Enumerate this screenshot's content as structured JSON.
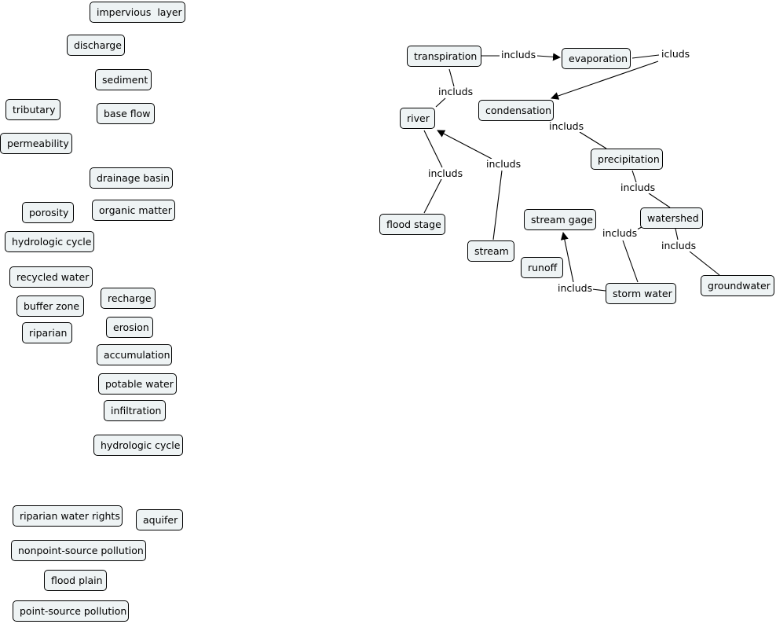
{
  "palette": {
    "node_fill": "#eef3f4",
    "node_border": "#000000",
    "line": "#000000",
    "background": "#ffffff"
  },
  "concepts": {
    "impervious_layer": "impervious  layer",
    "discharge": "discharge",
    "sediment": "sediment",
    "tributary": "tributary",
    "base_flow": "base flow",
    "permeability": "permeability",
    "drainage_basin": "drainage basin",
    "porosity": "porosity",
    "organic_matter": "organic matter",
    "hydrologic_cycle_1": "hydrologic cycle",
    "recycled_water": "recycled water",
    "recharge": "recharge",
    "buffer_zone": "buffer zone",
    "erosion": "erosion",
    "riparian": "riparian",
    "accumulation": "accumulation",
    "potable_water": "potable water",
    "infiltration": "infiltration",
    "hydrologic_cycle_2": "hydrologic cycle",
    "riparian_water_rights": "riparian water rights",
    "aquifer": "aquifer",
    "nonpoint_source_pollution": "nonpoint-source pollution",
    "flood_plain": "flood plain",
    "point_source_pollution": "point-source pollution",
    "transpiration": "transpiration",
    "evaporation": "evaporation",
    "condensation": "condensation",
    "river": "river",
    "precipitation": "precipitation",
    "watershed": "watershed",
    "flood_stage": "flood stage",
    "stream_gage": "stream gage",
    "stream": "stream",
    "runoff": "runoff",
    "storm_water": "storm water",
    "groundwater": "groundwater"
  },
  "link_labels": {
    "transpiration_evaporation": "includs",
    "evaporation_condensation": "icluds",
    "transpiration_river": "includs",
    "condensation_precipitation": "includs",
    "stream_river": "includs",
    "river_flood_stage": "includs",
    "precipitation_watershed": "includs",
    "watershed_storm_water": "includs",
    "watershed_groundwater": "includs",
    "storm_water_stream_gage": "includs"
  }
}
